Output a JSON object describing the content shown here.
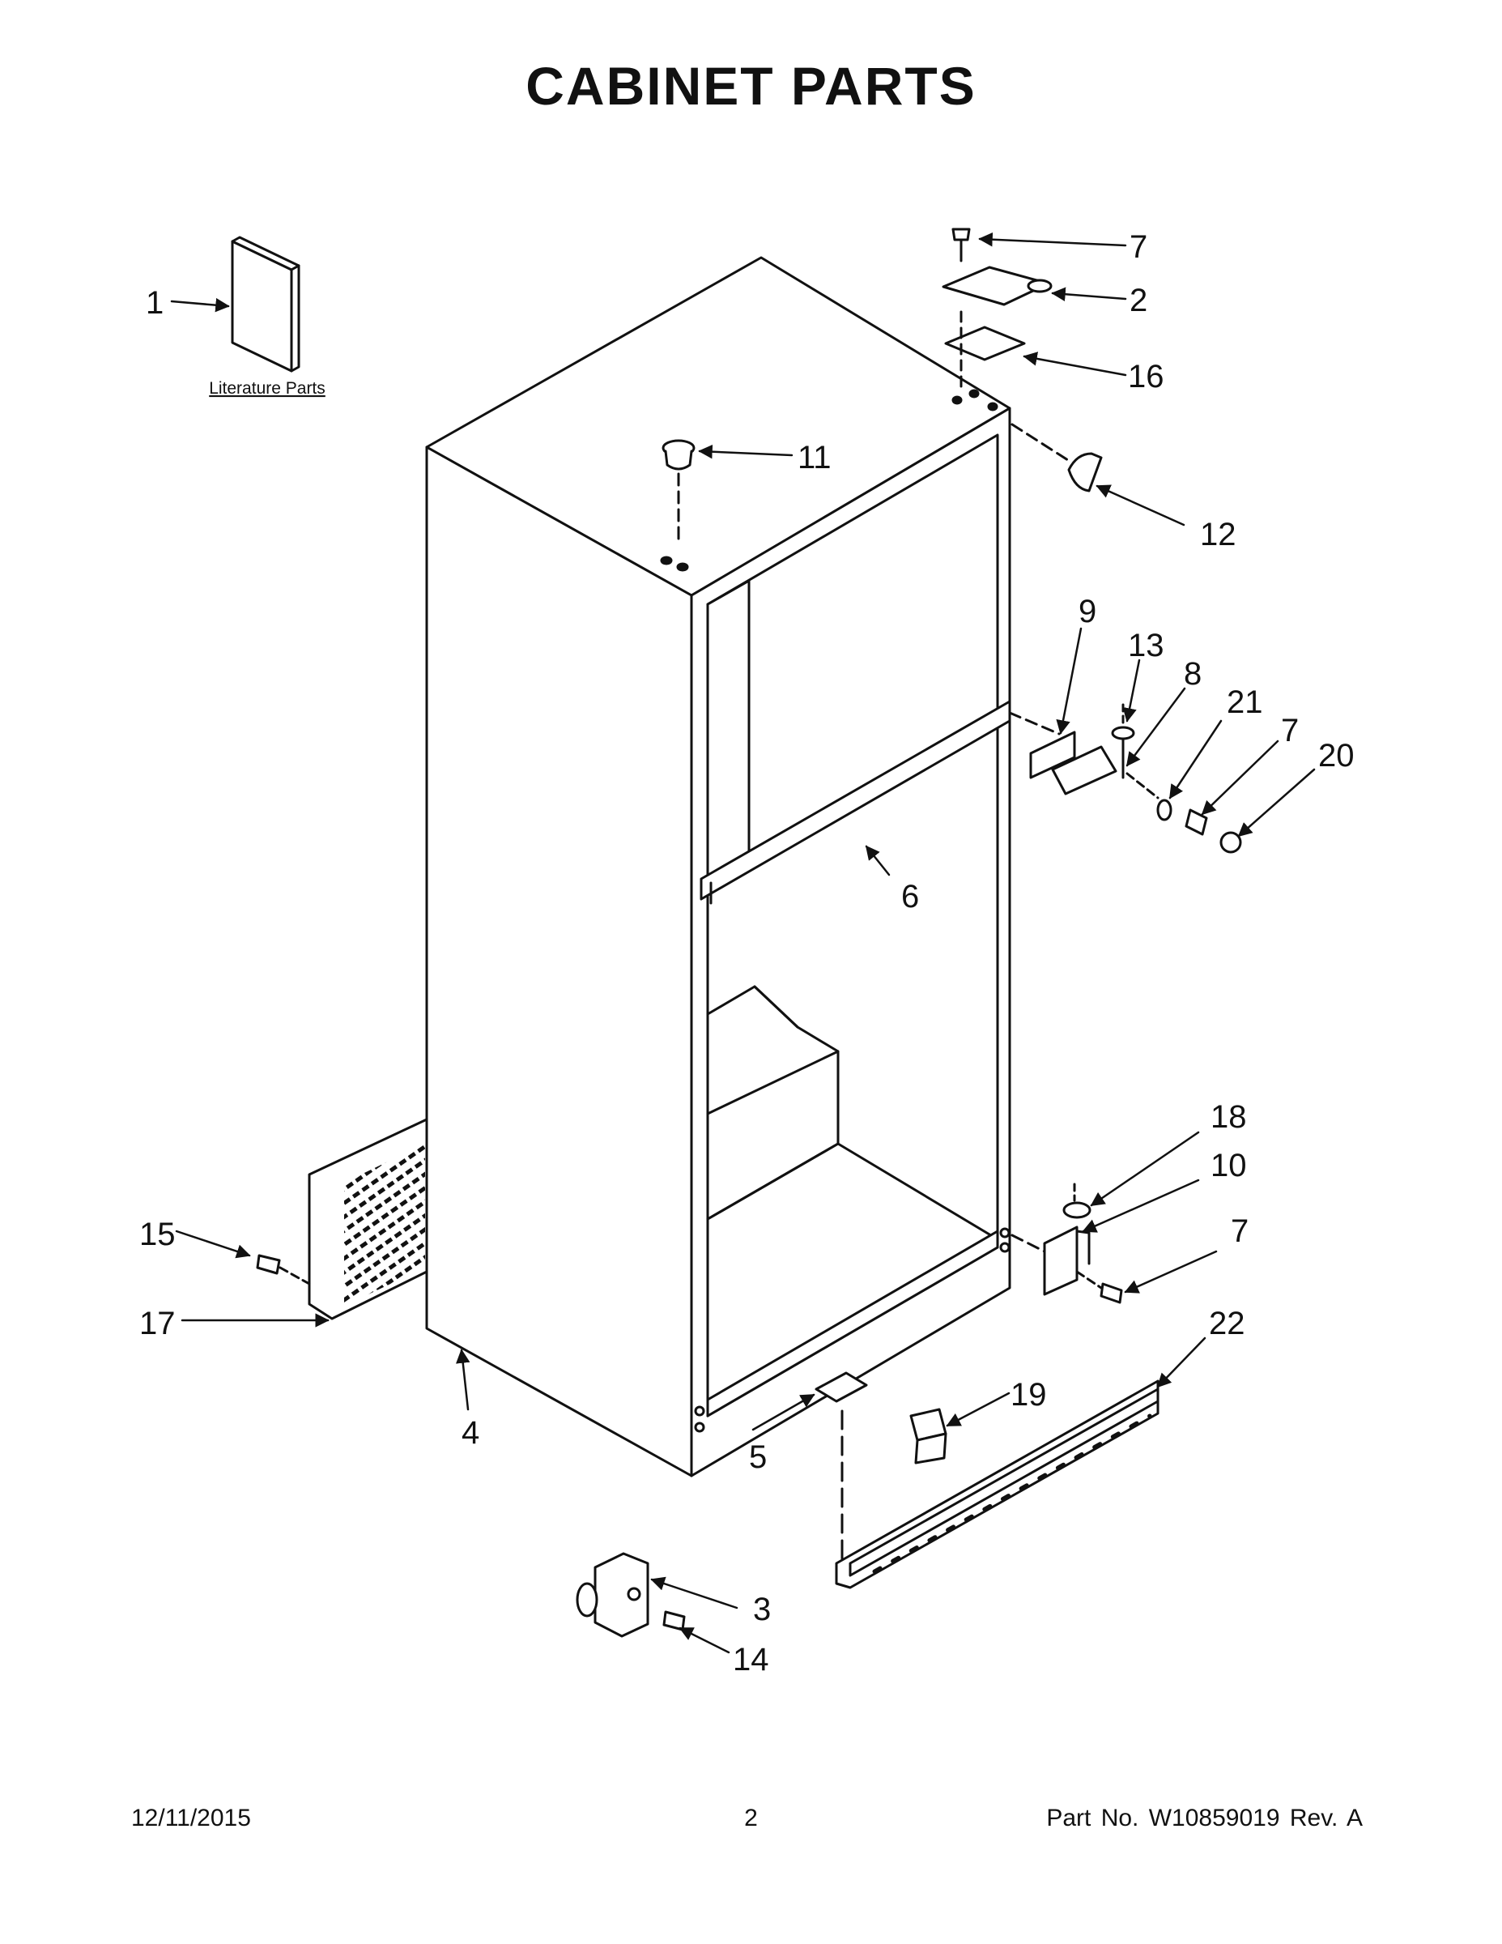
{
  "title": "CABINET PARTS",
  "literature_label": "Literature Parts",
  "callouts": {
    "c1": "1",
    "c2": "2",
    "c3": "3",
    "c4": "4",
    "c5": "5",
    "c6": "6",
    "c7a": "7",
    "c7b": "7",
    "c7c": "7",
    "c8": "8",
    "c9": "9",
    "c10": "10",
    "c11": "11",
    "c12": "12",
    "c13": "13",
    "c14": "14",
    "c15": "15",
    "c16": "16",
    "c17": "17",
    "c18": "18",
    "c19": "19",
    "c20": "20",
    "c21": "21",
    "c22": "22"
  },
  "footer": {
    "date": "12/11/2015",
    "page": "2",
    "part_no": "Part No.  W10859019  Rev.  A"
  }
}
